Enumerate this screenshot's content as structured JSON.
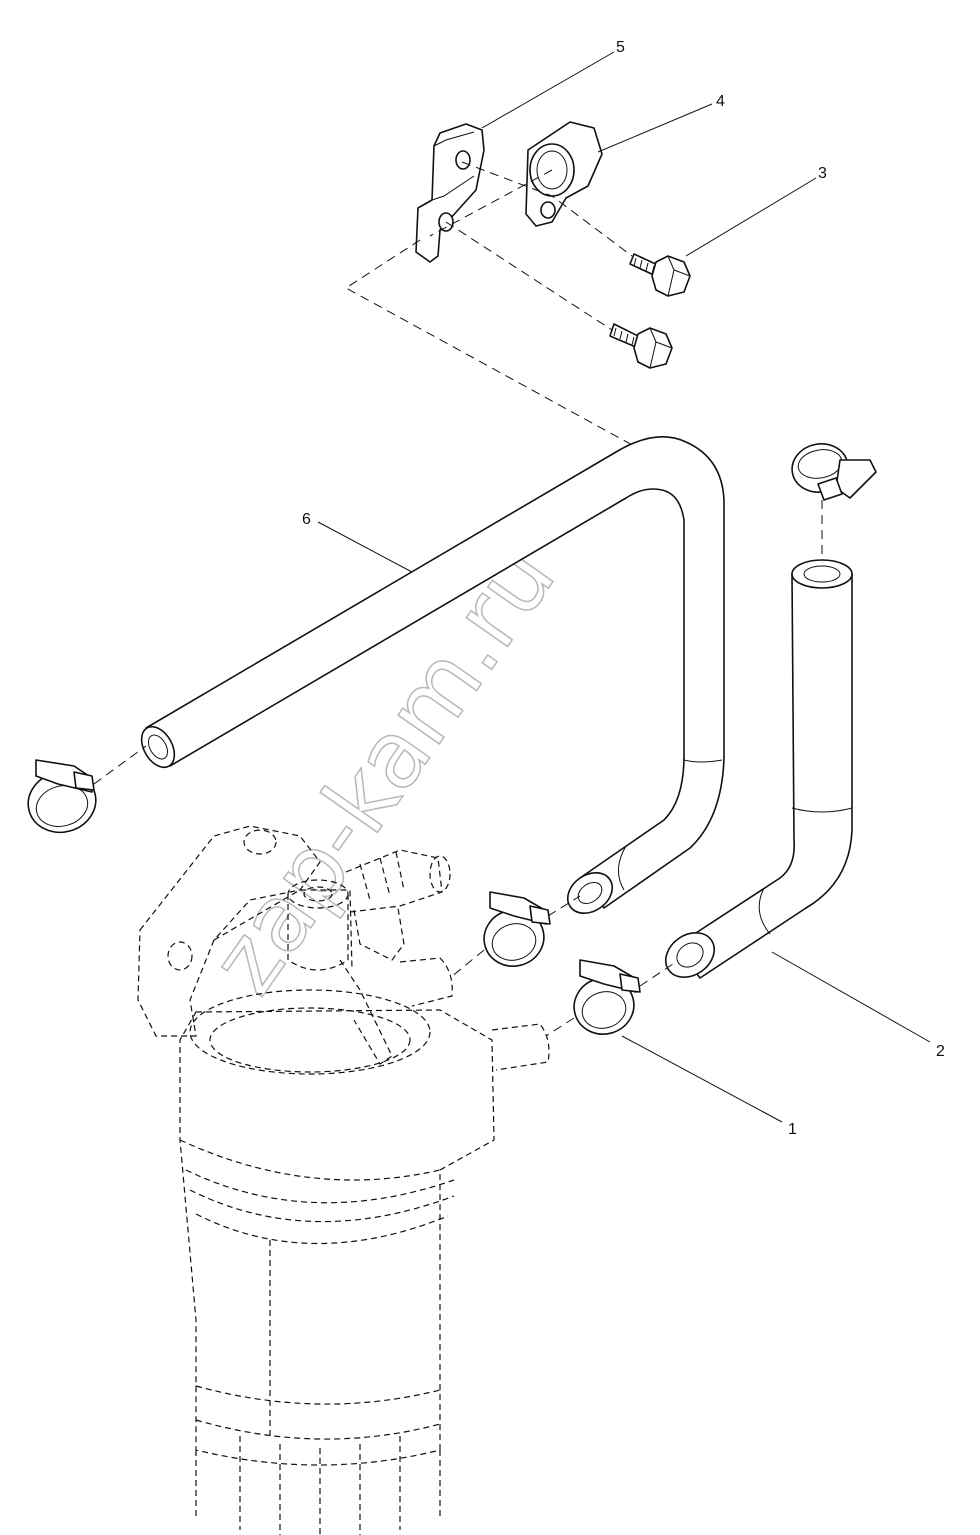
{
  "diagram": {
    "callouts": [
      {
        "id": "1",
        "label": "1"
      },
      {
        "id": "2",
        "label": "2"
      },
      {
        "id": "3",
        "label": "3"
      },
      {
        "id": "4",
        "label": "4"
      },
      {
        "id": "5",
        "label": "5"
      },
      {
        "id": "6",
        "label": "6"
      }
    ],
    "watermark": "zap-kam.ru"
  }
}
